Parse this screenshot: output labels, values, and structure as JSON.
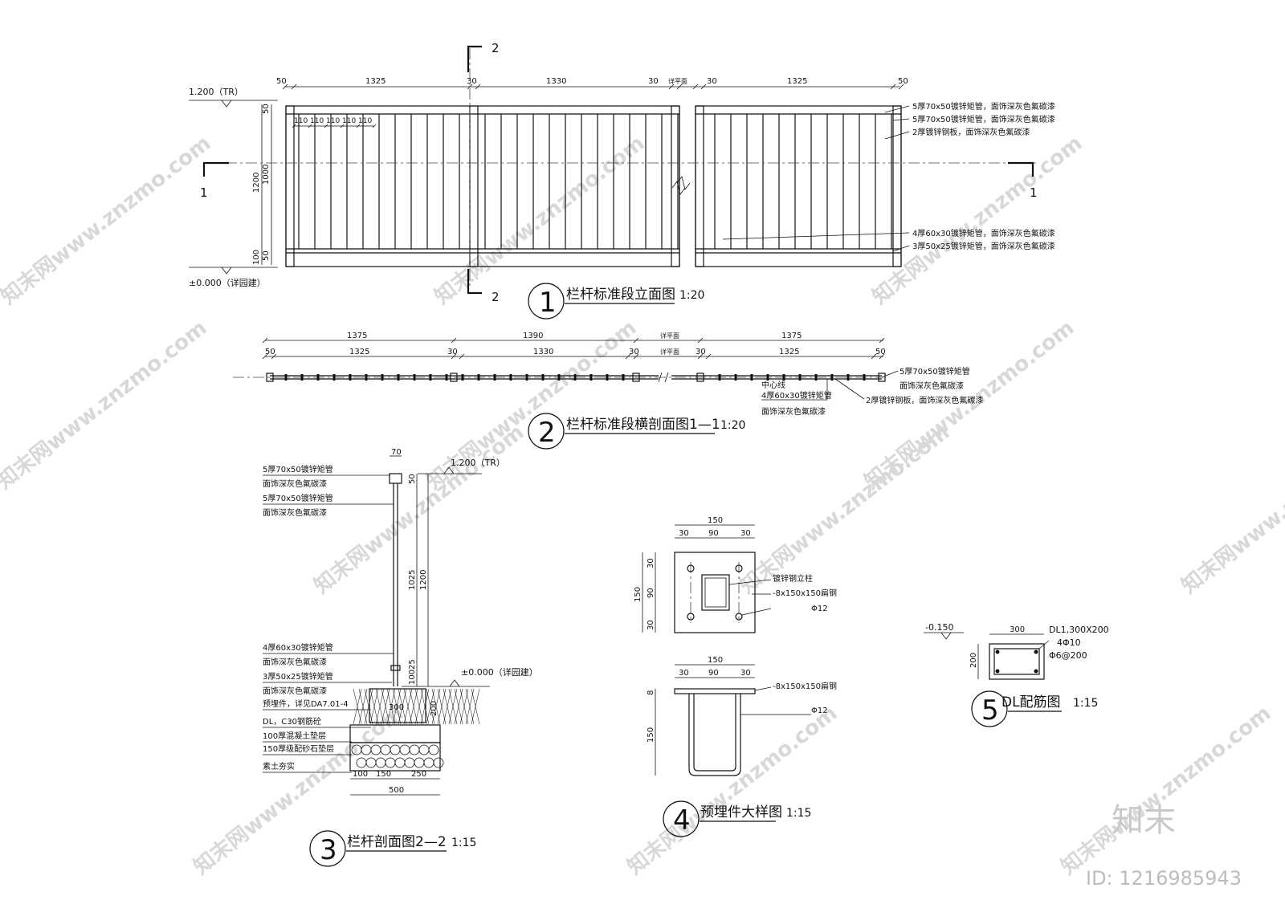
{
  "colors": {
    "ink": "#111111",
    "watermark": "#d8d8d8",
    "brand": "#c9c9c9"
  },
  "watermark": {
    "text": "知末网www.znzmo.com",
    "brand": "知末",
    "id": "ID: 1216985943"
  },
  "views": {
    "elevation": {
      "number": "1",
      "title": "栏杆标准段立面图",
      "scale": "1:20",
      "top_dims": [
        "50",
        "1325",
        "30",
        "1330",
        "30",
        "详平面",
        "30",
        "1325",
        "50"
      ],
      "baluster_dims": [
        "110",
        "110",
        "110",
        "110",
        "110"
      ],
      "left_dims": [
        "50",
        "1200",
        "1000",
        "100",
        "50"
      ],
      "level_top": "1.200（TR）",
      "level_bottom": "±0.000（详园建）",
      "section_marks": {
        "a": "1",
        "b": "2"
      },
      "notes": [
        "5厚70x50镀锌矩管，面饰深灰色氟碳漆",
        "5厚70x50镀锌矩管，面饰深灰色氟碳漆",
        "2厚镀锌钢板，面饰深灰色氟碳漆",
        "4厚60x30镀锌矩管，面饰深灰色氟碳漆",
        "3厚50x25镀锌矩管，面饰深灰色氟碳漆"
      ]
    },
    "plan_section": {
      "number": "2",
      "title": "栏杆标准段横剖面图1—1",
      "scale": "1:20",
      "top_dims": [
        "1375",
        "1390",
        "详平面",
        "1375"
      ],
      "sub_dims": [
        "50",
        "1325",
        "30",
        "1330",
        "30",
        "详平面",
        "30",
        "1325",
        "50"
      ],
      "center_label": "中心线",
      "notes_left": [
        "4厚60x30镀锌矩管",
        "面饰深灰色氟碳漆"
      ],
      "notes_right": [
        "5厚70x50镀锌矩管",
        "面饰深灰色氟碳漆",
        "2厚镀锌钢板，面饰深灰色氟碳漆"
      ]
    },
    "section_22": {
      "number": "3",
      "title": "栏杆剖面图2—2",
      "scale": "1:15",
      "top_dim": "70",
      "level_top": "1.200（TR）",
      "level_ground": "±0.000（详园建）",
      "vert_dims": [
        "50",
        "1025",
        "1200",
        "25",
        "100",
        "200"
      ],
      "base_dims": [
        "300",
        "100",
        "150",
        "250",
        "500"
      ],
      "notes": [
        "5厚70x50镀锌矩管",
        "面饰深灰色氟碳漆",
        "5厚70x50镀锌矩管",
        "面饰深灰色氟碳漆",
        "4厚60x30镀锌矩管",
        "面饰深灰色氟碳漆",
        "3厚50x25镀锌矩管",
        "面饰深灰色氟碳漆",
        "预埋件，详见DA7.01-4",
        "DL，C30钢筋砼",
        "100厚混凝土垫层",
        "150厚级配砂石垫层",
        "素土夯实"
      ]
    },
    "embed": {
      "number": "4",
      "title": "预埋件大样图",
      "scale": "1:15",
      "plan_top_dims": [
        "150",
        "30",
        "90",
        "30"
      ],
      "plan_left_dims": [
        "150",
        "30",
        "90",
        "30"
      ],
      "plan_notes": [
        "镀锌钢立柱",
        "-8x150x150扁钢",
        "Φ12"
      ],
      "elev_top_dims": [
        "150",
        "30",
        "90",
        "30"
      ],
      "elev_left_dims": [
        "8",
        "150"
      ],
      "elev_notes": [
        "-8x150x150扁钢",
        "Φ12"
      ]
    },
    "beam": {
      "number": "5",
      "title": "DL配筋图",
      "scale": "1:15",
      "level": "-0.150",
      "width": "300",
      "height": "200",
      "notes": [
        "DL1,300X200",
        "4Φ10",
        "Φ6@200"
      ]
    }
  }
}
